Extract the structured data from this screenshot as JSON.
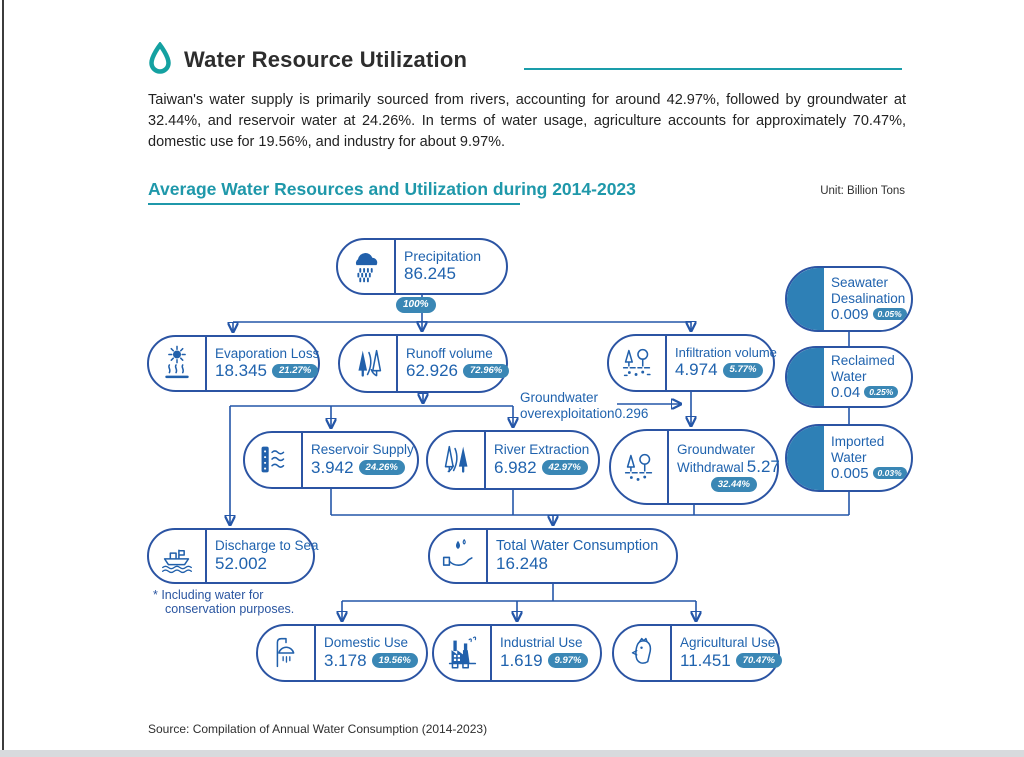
{
  "header": {
    "title": "Water Resource Utilization",
    "intro": "Taiwan's water supply is primarily sourced from rivers, accounting for around 42.97%, followed by groundwater at 32.44%, and reservoir water at 24.26%. In terms of water usage, agriculture accounts for approximately 70.47%, domestic use for 19.56%, and industry for about 9.97%."
  },
  "section": {
    "title": "Average Water Resources and Utilization during 2014-2023",
    "unit": "Unit: Billion Tons"
  },
  "nodes": {
    "precipitation": {
      "label": "Precipitation",
      "value": "86.245",
      "badge": "100%"
    },
    "evaporation_loss": {
      "label": "Evaporation Loss",
      "value": "18.345",
      "badge": "21.27%"
    },
    "runoff_volume": {
      "label": "Runoff volume",
      "value": "62.926",
      "badge": "72.96%"
    },
    "infiltration_volume": {
      "label": "Infiltration volume",
      "value": "4.974",
      "badge": "5.77%"
    },
    "seawater_desalination": {
      "label": "Seawater Desalination",
      "value": "0.009",
      "badge": "0.05%"
    },
    "reclaimed_water": {
      "label": "Reclaimed Water",
      "value": "0.04",
      "badge": "0.25%"
    },
    "imported_water": {
      "label": "Imported Water",
      "value": "0.005",
      "badge": "0.03%"
    },
    "groundwater_overexploitation": {
      "label_line1": "Groundwater",
      "label_line2": "overexploitation",
      "value": "0.296"
    },
    "reservoir_supply": {
      "label": "Reservoir Supply",
      "value": "3.942",
      "badge": "24.26%"
    },
    "river_extraction": {
      "label": "River Extraction",
      "value": "6.982",
      "badge": "42.97%"
    },
    "groundwater_withdrawal": {
      "label_line1": "Groundwater",
      "label_line2": "Withdrawal",
      "value": "5.27",
      "badge": "32.44%"
    },
    "discharge_to_sea": {
      "label": "Discharge to Sea",
      "value": "52.002"
    },
    "total_water_consumption": {
      "label": "Total Water Consumption",
      "value": "16.248"
    },
    "domestic_use": {
      "label": "Domestic Use",
      "value": "3.178",
      "badge": "19.56%"
    },
    "industrial_use": {
      "label": "Industrial Use",
      "value": "1.619",
      "badge": "9.97%"
    },
    "agricultural_use": {
      "label": "Agricultural Use",
      "value": "11.451",
      "badge": "70.47%"
    }
  },
  "notes": {
    "discharge": "* Including water for conservation purposes."
  },
  "footer": {
    "source": "Source: Compilation of Annual Water Consumption (2014-2023)"
  },
  "colors": {
    "accent_teal": "#1f98aa",
    "node_border_blue": "#2b54a3",
    "text_blue": "#2063ae",
    "badge_blue": "#3a87b5",
    "cap_fill_blue": "#2e80b6"
  }
}
